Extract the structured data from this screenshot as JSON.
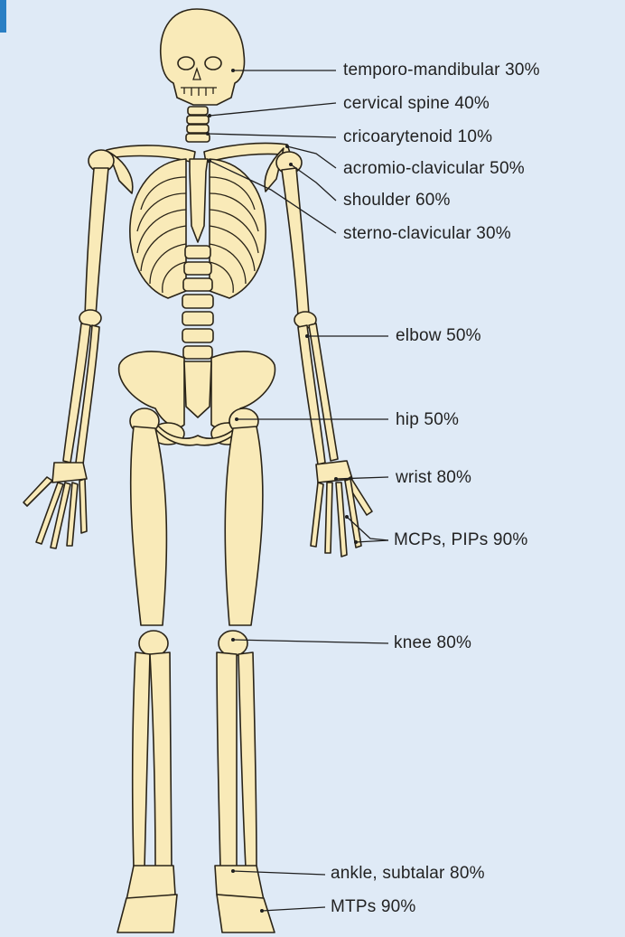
{
  "colors": {
    "background": "#dfeaf6",
    "bone": "#f9eab8",
    "outline": "#2a2418",
    "corner_accent": "#2a7fc4"
  },
  "labels": {
    "temporo_mandibular": "temporo-mandibular 30%",
    "cervical_spine": "cervical spine 40%",
    "cricoarytenoid": "cricoarytenoid 10%",
    "acromio_clavicular": "acromio-clavicular 50%",
    "shoulder": "shoulder 60%",
    "sterno_clavicular": "sterno-clavicular 30%",
    "elbow": "elbow 50%",
    "hip": "hip 50%",
    "wrist": "wrist 80%",
    "mcps_pips": "MCPs, PIPs 90%",
    "knee": "knee 80%",
    "ankle_subtalar": "ankle, subtalar 80%",
    "mtps": "MTPs 90%"
  }
}
